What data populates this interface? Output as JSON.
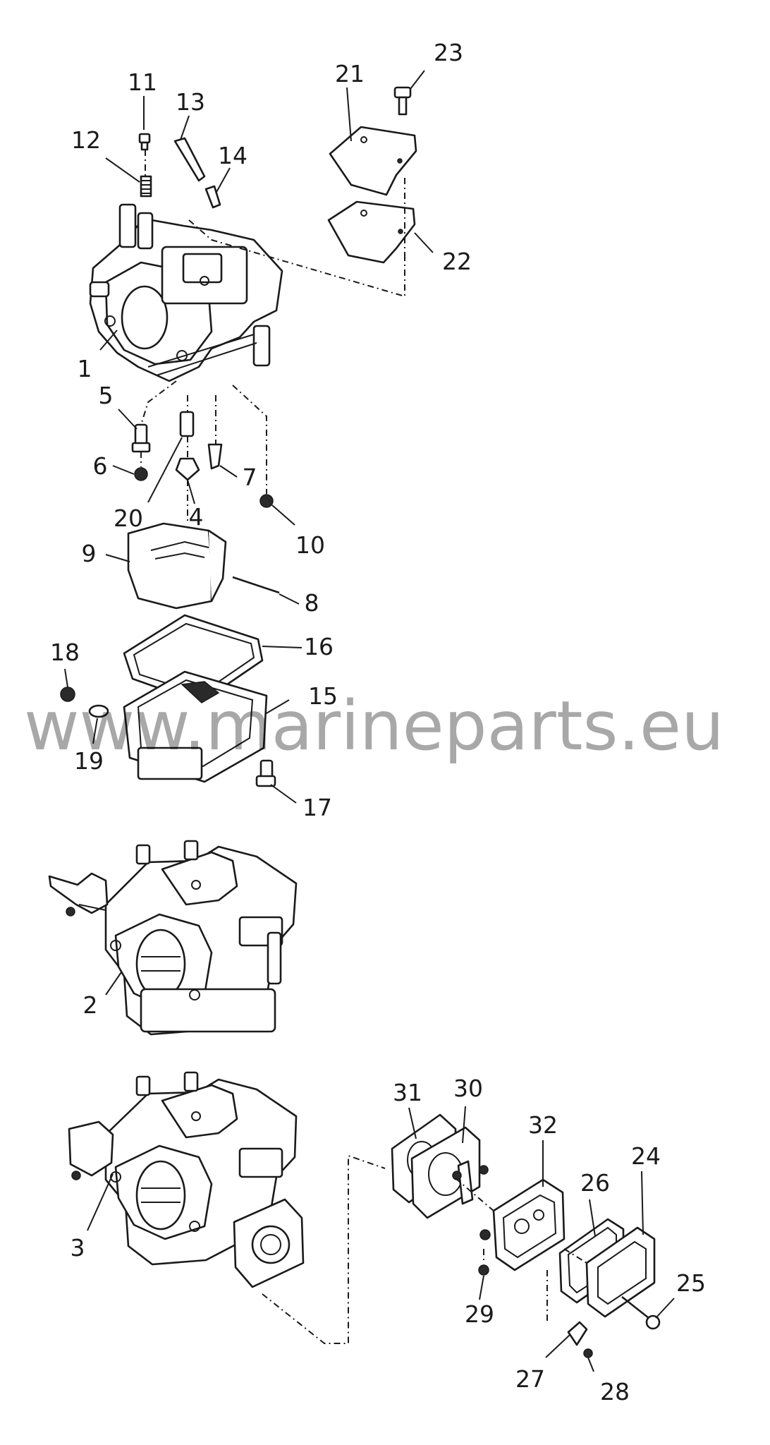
{
  "watermark": "www.marineparts.eu",
  "callouts": [
    "1",
    "2",
    "3",
    "4",
    "5",
    "6",
    "7",
    "8",
    "9",
    "10",
    "11",
    "12",
    "13",
    "14",
    "15",
    "16",
    "17",
    "18",
    "19",
    "20",
    "21",
    "22",
    "23",
    "24",
    "25",
    "26",
    "27",
    "28",
    "29",
    "30",
    "31",
    "32"
  ]
}
